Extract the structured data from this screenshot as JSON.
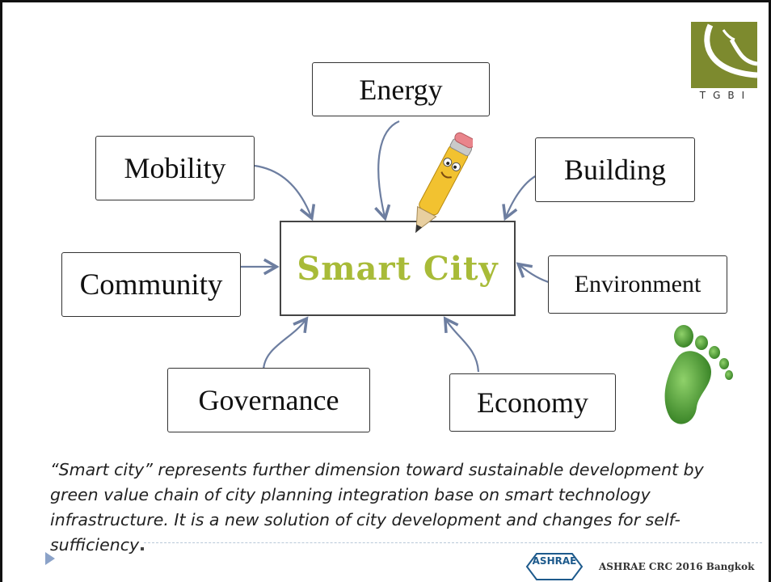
{
  "logo": {
    "text": "TGBI",
    "mark_color": "#7d8a2e"
  },
  "center": {
    "label": "Smart City",
    "color": "#a8bb38"
  },
  "nodes": {
    "energy": "Energy",
    "mobility": "Mobility",
    "building": "Building",
    "community": "Community",
    "environment": "Environment",
    "governance": "Governance",
    "economy": "Economy"
  },
  "caption": "“Smart city” represents further dimension toward sustainable development by green value chain of city planning integration base on smart technology infrastructure. It is a new solution of city development and changes for self-sufficiency",
  "footer": {
    "ashrae_logo": "ASHRAE",
    "conference": "ASHRAE CRC 2016 Bangkok"
  },
  "icons": [
    "pencil-mascot-icon",
    "green-footprint-icon",
    "tgbi-logo",
    "ashrae-logo"
  ],
  "colors": {
    "arrow": "#6d7ea0",
    "footprint": "#3f8f2a",
    "accent": "#a8bb38"
  }
}
